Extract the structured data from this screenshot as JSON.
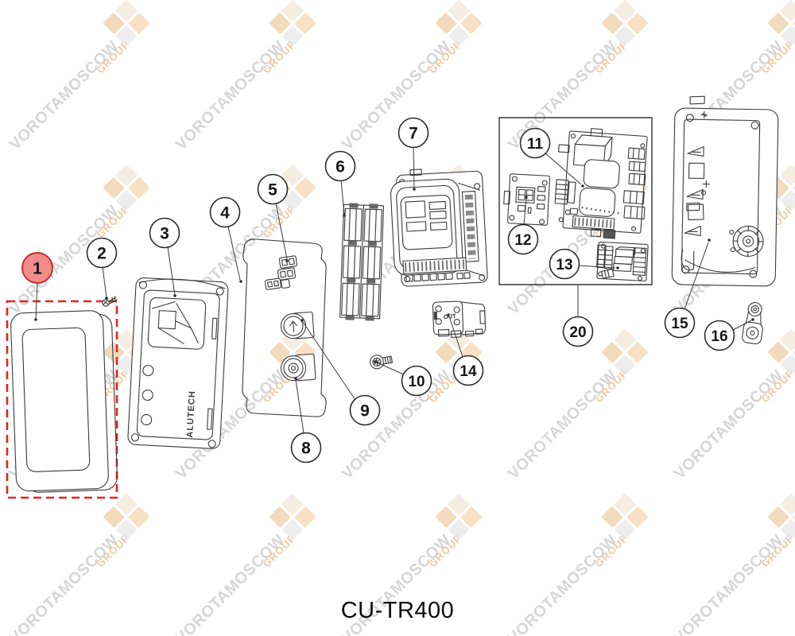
{
  "page": {
    "title": "CU-TR400"
  },
  "watermark": {
    "brand": "VOROTAMOSCOW",
    "sub": "GROUP",
    "brand_color": "#d6d6d6",
    "sub_color": "#eec9a2"
  },
  "highlight": {
    "box_color": "#e8211d",
    "circle_fill": "#f28b8b",
    "circle_border": "#c22f2f"
  },
  "labels": {
    "panel_brand": "ALUTECH",
    "out_module": "OUT"
  },
  "callouts": [
    {
      "label": "1",
      "highlighted": true
    },
    {
      "label": "2",
      "highlighted": false
    },
    {
      "label": "3",
      "highlighted": false
    },
    {
      "label": "4",
      "highlighted": false
    },
    {
      "label": "5",
      "highlighted": false
    },
    {
      "label": "6",
      "highlighted": false
    },
    {
      "label": "7",
      "highlighted": false
    },
    {
      "label": "8",
      "highlighted": false
    },
    {
      "label": "9",
      "highlighted": false
    },
    {
      "label": "10",
      "highlighted": false
    },
    {
      "label": "11",
      "highlighted": false
    },
    {
      "label": "12",
      "highlighted": false
    },
    {
      "label": "13",
      "highlighted": false
    },
    {
      "label": "14",
      "highlighted": false
    },
    {
      "label": "15",
      "highlighted": false
    },
    {
      "label": "16",
      "highlighted": false
    },
    {
      "label": "20",
      "highlighted": false
    }
  ]
}
